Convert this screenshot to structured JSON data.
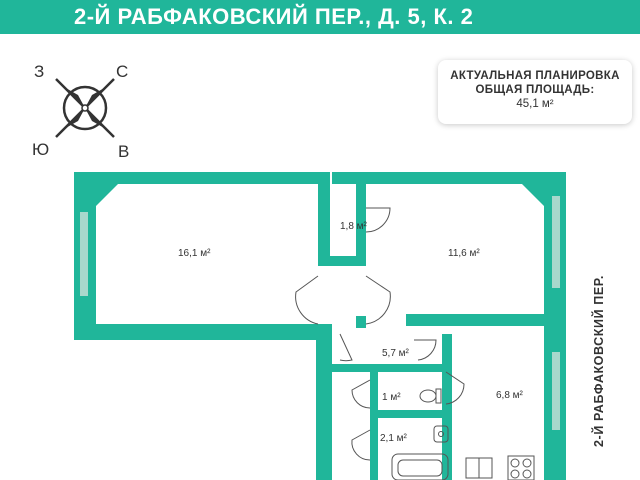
{
  "header": {
    "title": "2-Й РАБФАКОВСКИЙ ПЕР., Д. 5, К. 2"
  },
  "compass": {
    "north": "С",
    "south": "Ю",
    "west": "З",
    "east": "В"
  },
  "info": {
    "line1": "АКТУАЛЬНАЯ ПЛАНИРОВКА",
    "line2": "ОБЩАЯ ПЛОЩАДЬ:",
    "line3": "45,1 м²"
  },
  "street": "2-Й РАБФАКОВСКИЙ ПЕР.",
  "rooms": {
    "living": "16,1 м²",
    "closet": "1,8 м²",
    "bedroom": "11,6 м²",
    "hall": "5,7 м²",
    "toilet": "1 м²",
    "kitchen": "6,8 м²",
    "bath": "2,1 м²"
  },
  "colors": {
    "wall": "#20b69a",
    "window": "#a8d8cc",
    "text": "#333333",
    "fixture": "#555555"
  }
}
